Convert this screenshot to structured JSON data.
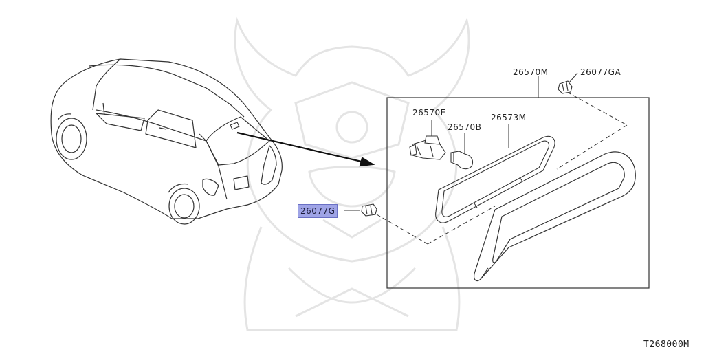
{
  "parts": {
    "p26570M": "26570M",
    "p26077GA": "26077GA",
    "p26570E": "26570E",
    "p26570B": "26570B",
    "p26573M": "26573M",
    "p26077G": "26077G"
  },
  "diagram_code": "T268000M",
  "colors": {
    "line": "#333333",
    "highlight": "#9fa4e6",
    "watermark": "#e4e4e4"
  },
  "icons": [
    "vehicle-outline",
    "high-mount-stop-lamp-assembly",
    "bulb-socket",
    "wedge-bulb",
    "lamp-gasket",
    "clip",
    "samurai-watermark"
  ]
}
